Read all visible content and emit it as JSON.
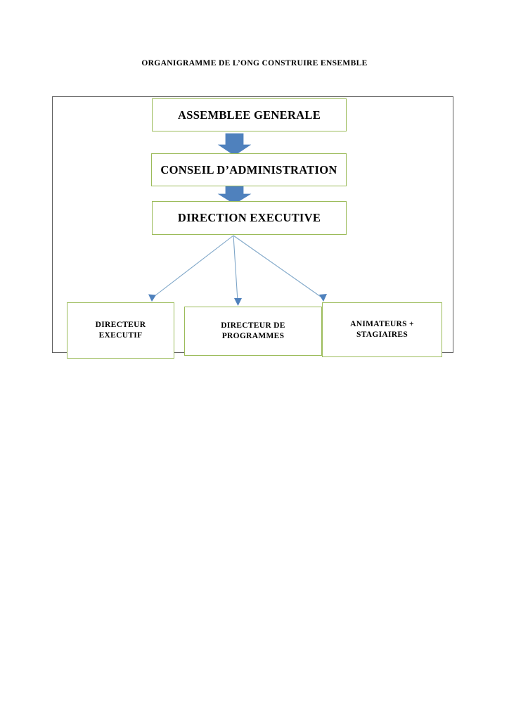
{
  "document": {
    "title": "ORGANIGRAMME DE L’ONG CONSTRUIRE ENSEMBLE"
  },
  "colors": {
    "node_border": "#9BBB59",
    "node_fill": "#FFFFFF",
    "frame_border": "#5D5D5D",
    "arrow_blue": "#4F81BD",
    "connector_line": "#7EA6C8",
    "text": "#000000",
    "page_background": "#FFFFFF"
  },
  "chart_data": {
    "type": "diagram",
    "diagram_kind": "organizational-chart",
    "title": "ORGANIGRAMME DE L’ONG CONSTRUIRE ENSEMBLE",
    "nodes": [
      {
        "id": "assemblee-generale",
        "label": "ASSEMBLEE GENERALE",
        "level": 1
      },
      {
        "id": "conseil-administration",
        "label": "CONSEIL D’ADMINISTRATION",
        "level": 2
      },
      {
        "id": "direction-executive",
        "label": "DIRECTION EXECUTIVE",
        "level": 3
      },
      {
        "id": "directeur-executif",
        "label": "DIRECTEUR EXECUTIF",
        "level": 4
      },
      {
        "id": "directeur-programmes",
        "label": "DIRECTEUR DE PROGRAMMES",
        "level": 4
      },
      {
        "id": "animateurs-stagiaires",
        "label": "ANIMATEURS + STAGIAIRES",
        "level": 4
      }
    ],
    "edges": [
      {
        "from": "assemblee-generale",
        "to": "conseil-administration",
        "style": "block-arrow-down",
        "color": "#4F81BD"
      },
      {
        "from": "conseil-administration",
        "to": "direction-executive",
        "style": "block-arrow-down",
        "color": "#4F81BD"
      },
      {
        "from": "direction-executive",
        "to": "directeur-executif",
        "style": "thin-arrow",
        "color": "#7EA6C8"
      },
      {
        "from": "direction-executive",
        "to": "directeur-programmes",
        "style": "thin-arrow",
        "color": "#7EA6C8"
      },
      {
        "from": "direction-executive",
        "to": "animateurs-stagiaires",
        "style": "thin-arrow",
        "color": "#7EA6C8"
      }
    ]
  },
  "nodes": {
    "assemblee_generale": "ASSEMBLEE GENERALE",
    "conseil_administration": "CONSEIL D’ADMINISTRATION",
    "direction_executive": "DIRECTION EXECUTIVE",
    "directeur_executif_line1": "DIRECTEUR",
    "directeur_executif_line2": "EXECUTIF",
    "directeur_programmes_line1": "DIRECTEUR DE",
    "directeur_programmes_line2": "PROGRAMMES",
    "animateurs_line1": "ANIMATEURS +",
    "animateurs_line2": "STAGIAIRES"
  }
}
